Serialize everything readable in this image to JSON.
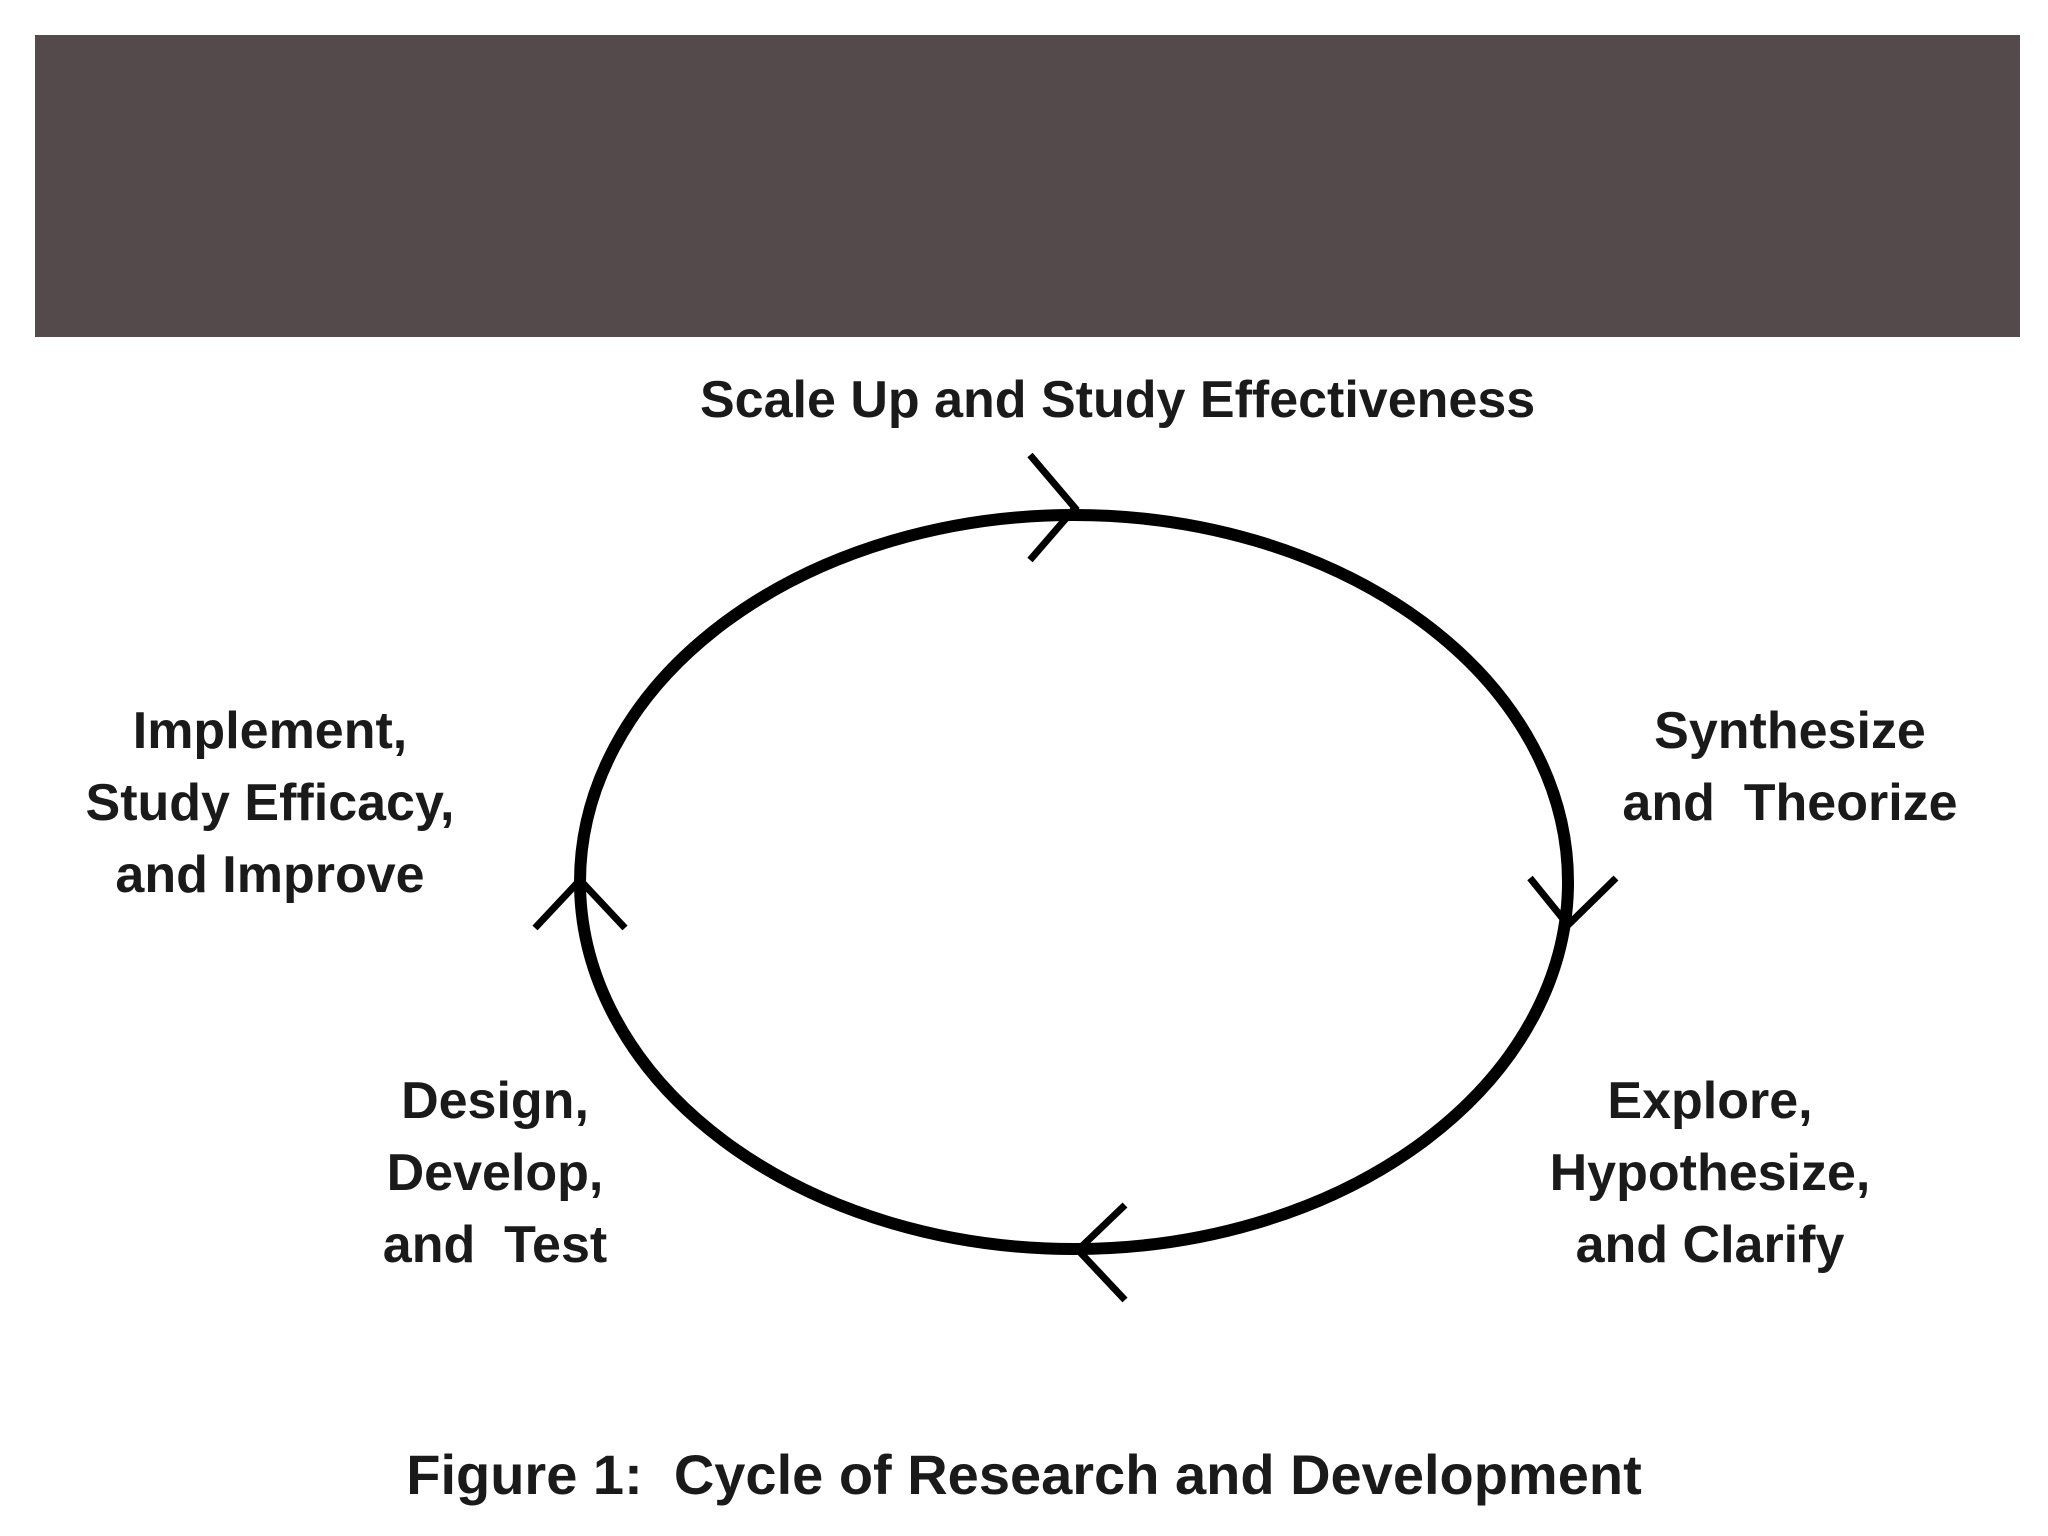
{
  "slide": {
    "title_band_color": "#544a4c"
  },
  "cycle": {
    "direction": "clockwise",
    "stages": [
      {
        "id": "top",
        "lines": [
          "Scale Up and Study Effectiveness"
        ]
      },
      {
        "id": "right",
        "lines": [
          "Synthesize",
          "and  Theorize"
        ]
      },
      {
        "id": "bottom-right",
        "lines": [
          "Explore,",
          "Hypothesize,",
          "and Clarify"
        ]
      },
      {
        "id": "bottom-left",
        "lines": [
          "Design,",
          "Develop,",
          "and  Test"
        ]
      },
      {
        "id": "left",
        "lines": [
          "Implement,",
          "Study Efficacy,",
          "and Improve"
        ]
      }
    ]
  },
  "caption": "Figure 1:  Cycle of Research and Development"
}
